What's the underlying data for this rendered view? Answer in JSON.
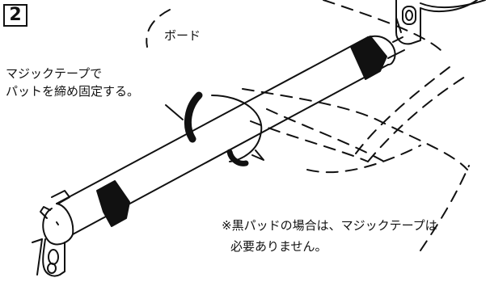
{
  "step_number": "2",
  "board_label": "ボード",
  "velcro_instruction": {
    "line1": "マジックテープで",
    "line2": "パットを締め固定する。"
  },
  "black_pad_note": {
    "line1": "※黒パッドの場合は、マジックテープは",
    "line2": "必要ありません。"
  },
  "colors": {
    "ink": "#111111",
    "background": "#ffffff"
  }
}
